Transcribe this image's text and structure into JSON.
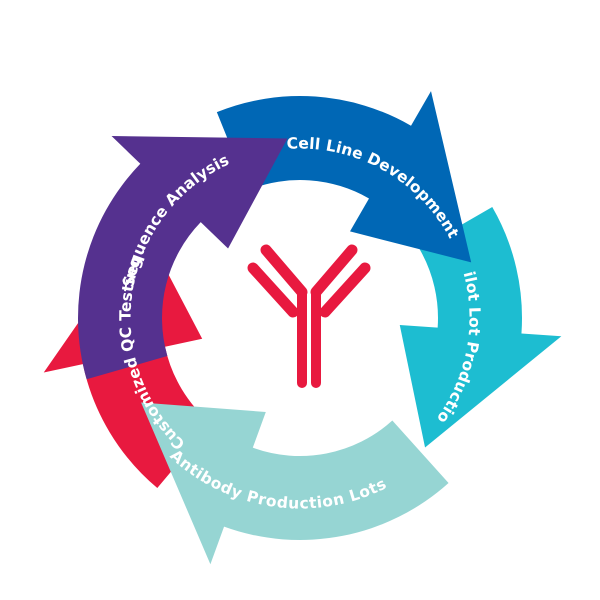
{
  "cycle": {
    "steps": [
      {
        "label": "Sequence Analysis",
        "color": "#55318F"
      },
      {
        "label": "Cell Line Development",
        "color": "#0067B5"
      },
      {
        "label": "Pilot Lot Production",
        "color": "#1DBDD1"
      },
      {
        "label": "Antibody Production Lots",
        "color": "#96D5D3"
      },
      {
        "label": "Customized QC Testing",
        "color": "#E8193F"
      }
    ],
    "center_icon": {
      "name": "antibody-icon",
      "color": "#E8193F"
    }
  }
}
